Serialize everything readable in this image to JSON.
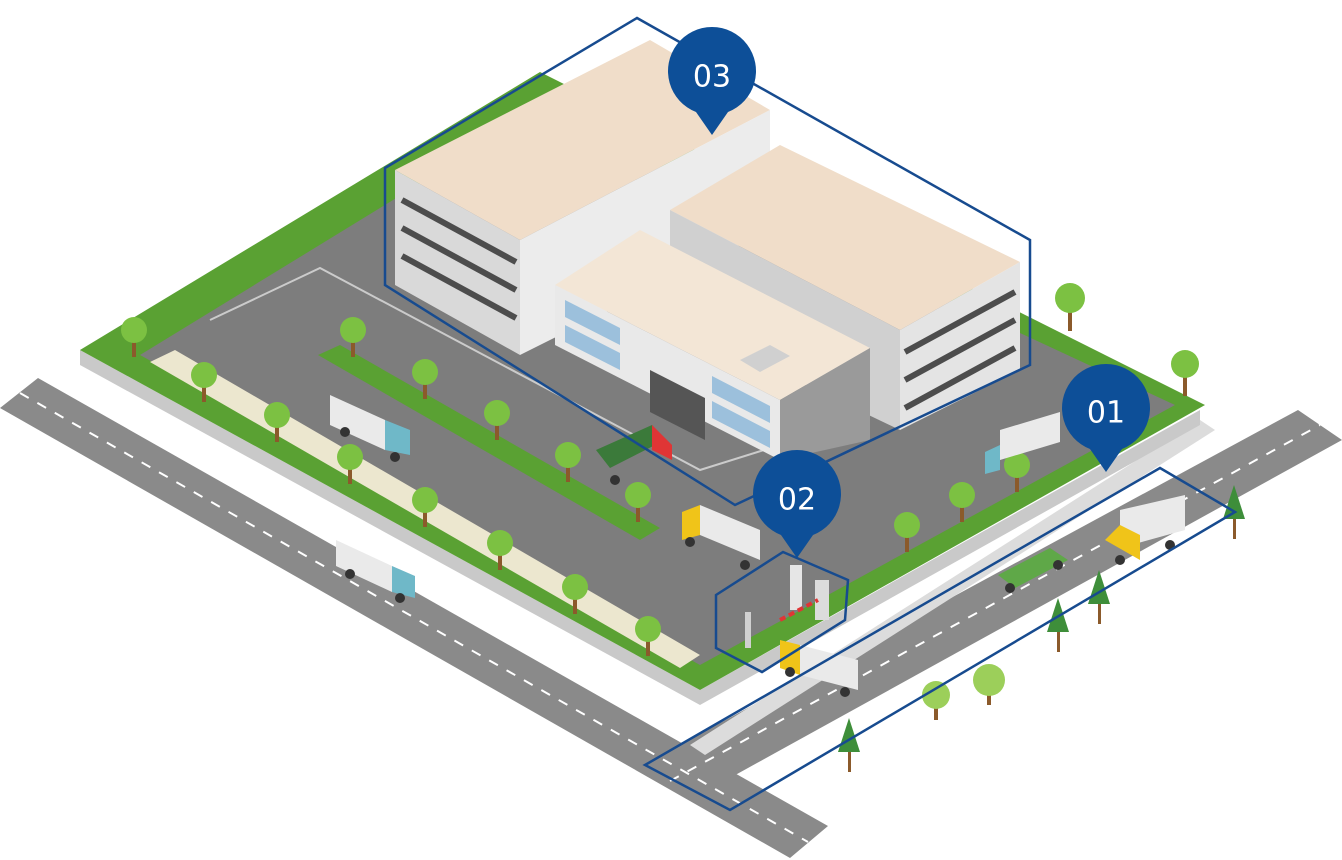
{
  "markers": [
    {
      "id": "01",
      "label": "01"
    },
    {
      "id": "02",
      "label": "02"
    },
    {
      "id": "03",
      "label": "03"
    }
  ],
  "colors": {
    "marker_fill": "#0d4f98",
    "zone_outline": "#174b8f",
    "road": "#8a8a8a",
    "asphalt": "#7d7d7d",
    "grass": "#5aa133",
    "building_wall": "#e6e6e6",
    "roof": "#f3e6d6",
    "window": "#9cc0dc",
    "truck_cab_blue": "#6fb8c8",
    "truck_cab_yellow": "#f0c419",
    "truck_green": "#3b7a3a"
  },
  "icons": [
    "map-pin-icon",
    "tree-icon",
    "truck-icon",
    "car-icon",
    "barrier-gate-icon"
  ]
}
